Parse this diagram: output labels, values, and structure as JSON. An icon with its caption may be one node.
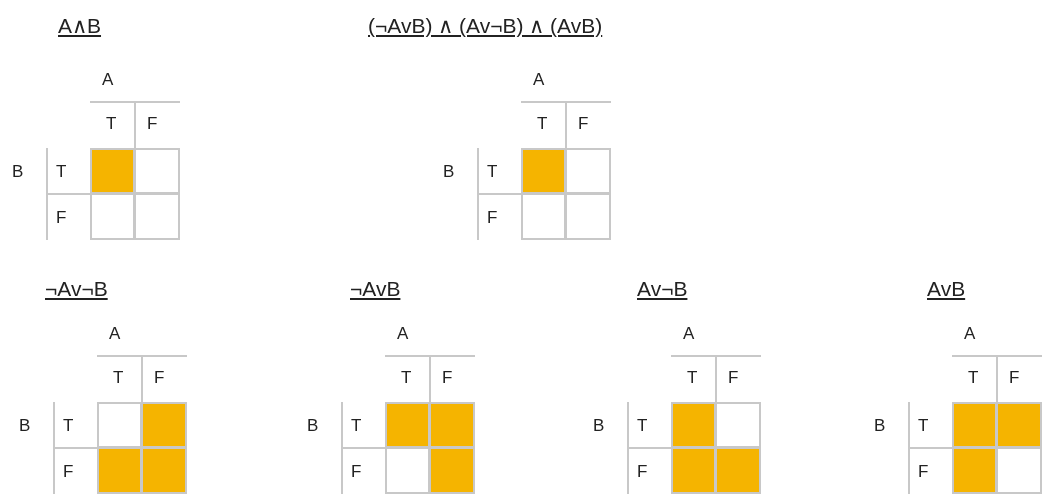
{
  "diagram": {
    "labels": [
      "A∧B",
      "A",
      "T",
      "F",
      "B",
      "T",
      "F",
      "(¬AvB) ∧ (Av¬B) ∧ (AvB)",
      "A",
      "T",
      "F",
      "B",
      "T",
      "F",
      "¬Av¬B",
      "A",
      "T",
      "F",
      "B",
      "T",
      "F",
      "¬AvB",
      "A",
      "T",
      "F",
      "B",
      "T",
      "F",
      "Av¬B",
      "A",
      "T",
      "F",
      "B",
      "T",
      "F",
      "AvB",
      "A",
      "T",
      "F",
      "B",
      "T",
      "F"
    ]
  }
}
